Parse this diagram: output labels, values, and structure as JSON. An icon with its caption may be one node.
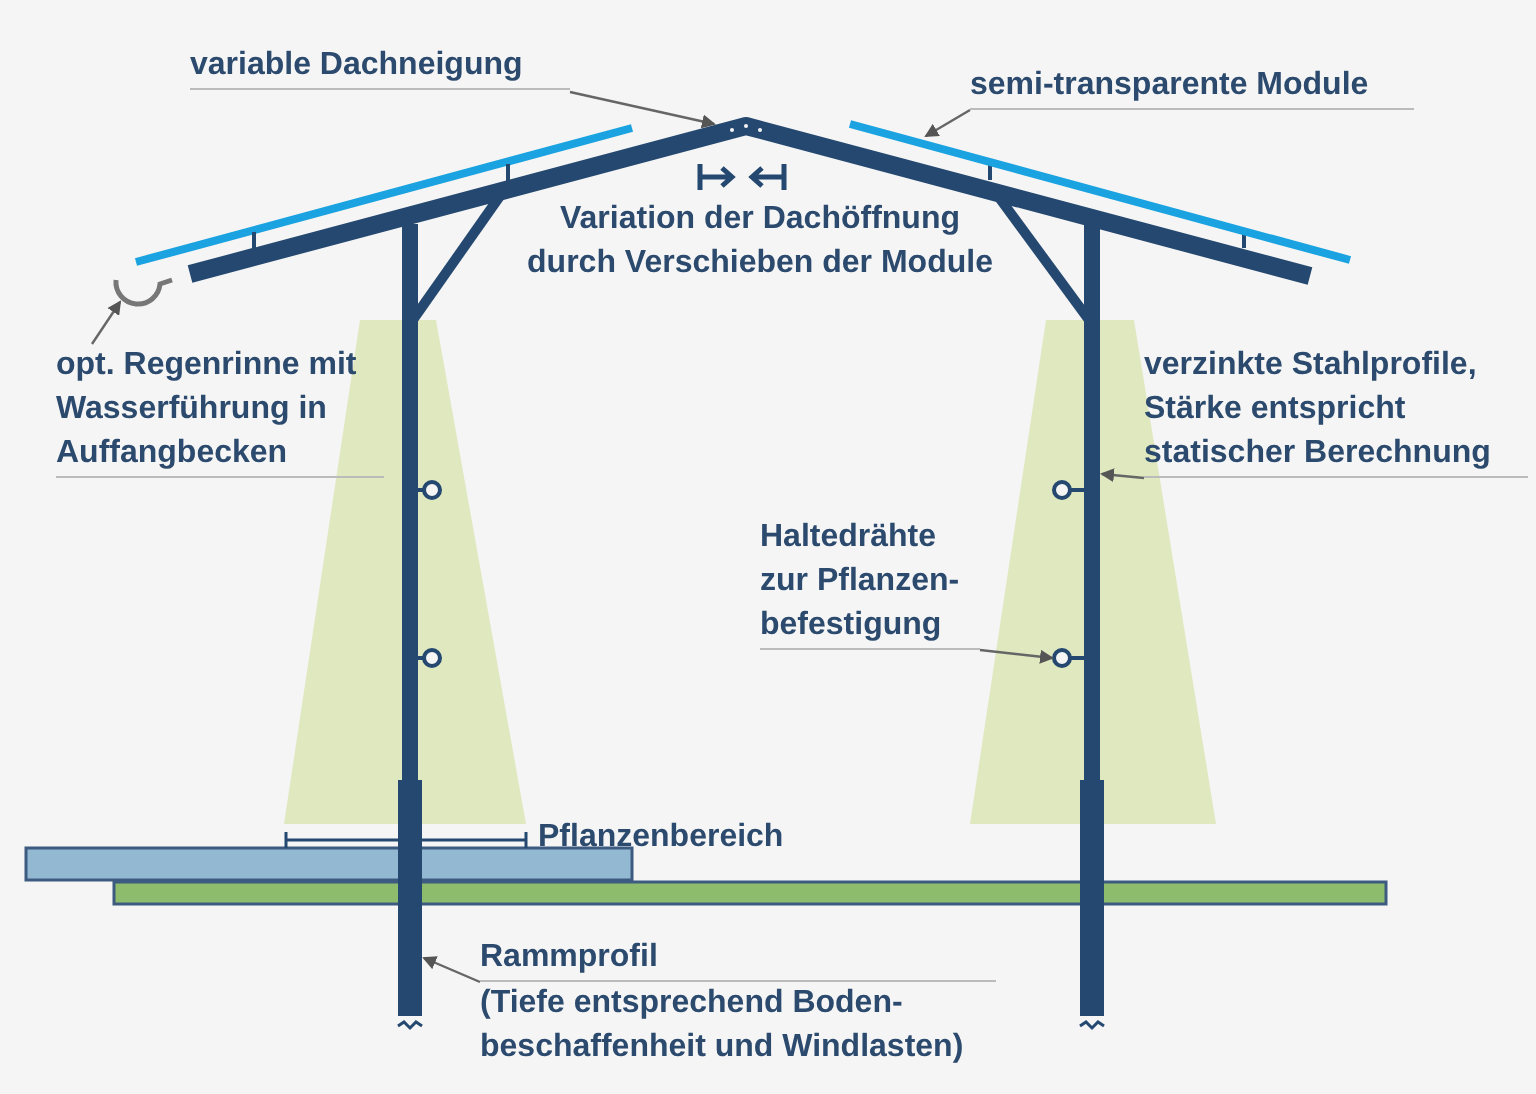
{
  "diagram": {
    "nodes": [
      {
        "text": [
          "variable Dachneigung"
        ]
      },
      {
        "text": [
          "semi-transparente Module"
        ]
      },
      {
        "text": [],
        "shape": "bar"
      },
      {
        "text": [
          "opt. Regenrinne mit Wasserführung in Auffangbecken"
        ]
      },
      {
        "text": [],
        "shape": "picture"
      },
      {
        "text": [
          "verzinkte Stahlprofile, Stärke entspricht statischer Berechnung"
        ]
      },
      {
        "text": [],
        "shape": "bar"
      },
      {
        "text": [
          "Haltedrähte zur Pflanzen- befestigung"
        ]
      },
      {
        "text": [],
        "shape": "circle"
      },
      {
        "text": [
          "Rammprofil",
          "(Tiefe entsprechend Boden- beschaffenheit und Windlasten)"
        ]
      },
      {
        "text": [],
        "shape": "bar"
      },
      {
        "text": [],
        "shape": "bar"
      },
      {
        "text": [],
        "shape": "bar"
      },
      {
        "text": [],
        "shape": "bar"
      },
      {
        "text": [],
        "shape": "bar"
      }
    ],
    "edges": [
      {
        "from": 0,
        "to": 11,
        "arrow": "to"
      },
      {
        "from": 1,
        "to": 2,
        "arrow": "to"
      },
      {
        "from": 3,
        "to": 4,
        "arrow": "to"
      },
      {
        "from": 5,
        "to": 6,
        "arrow": "to"
      },
      {
        "from": 7,
        "to": 8,
        "arrow": "to"
      },
      {
        "from": 9,
        "to": 10,
        "arrow": "to"
      }
    ],
    "labels": [
      "Variation der Dachöffnung durch Verschieben der Module",
      "Pflanzenbereich"
    ]
  }
}
